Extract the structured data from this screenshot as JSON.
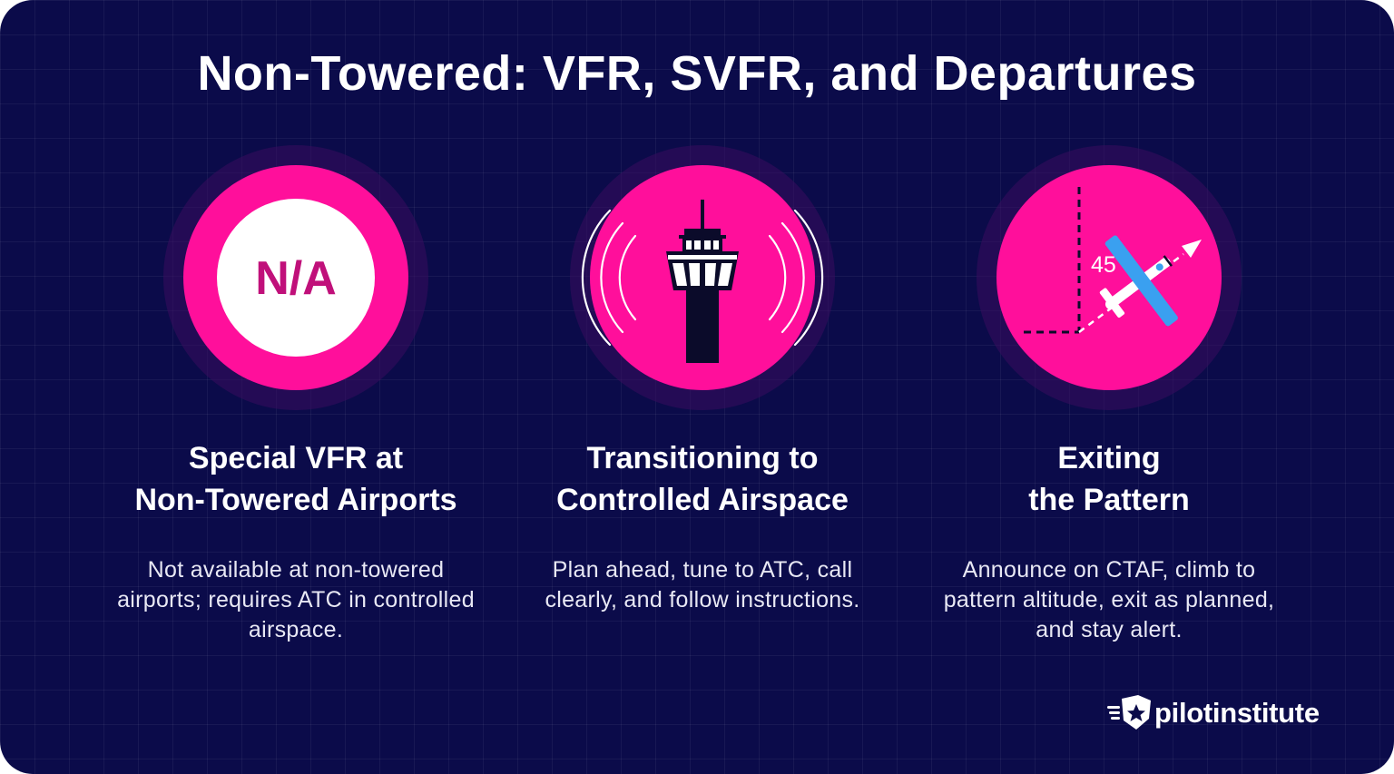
{
  "title": "Non-Towered: VFR, SVFR, and Departures",
  "columns": [
    {
      "heading_line1": "Special VFR at",
      "heading_line2": "Non-Towered Airports",
      "body": "Not available at non-towered airports; requires ATC in controlled airspace.",
      "icon_text": "N/A"
    },
    {
      "heading_line1": "Transitioning to",
      "heading_line2": "Controlled Airspace",
      "body": "Plan ahead, tune to ATC, call clearly, and follow instructions."
    },
    {
      "heading_line1": "Exiting",
      "heading_line2": "the Pattern",
      "body": "Announce on CTAF, climb to pattern altitude, exit as planned, and stay alert.",
      "icon_text": "45°"
    }
  ],
  "logo": {
    "text": "pilotinstitute"
  },
  "colors": {
    "background": "#0b0b4a",
    "accent": "#ff0f9b",
    "accent_text": "#c0107a",
    "plane_wing": "#3aa0f0"
  },
  "icons": [
    "na-badge-icon",
    "control-tower-icon",
    "departure-45-icon",
    "pilot-institute-logo-icon"
  ]
}
